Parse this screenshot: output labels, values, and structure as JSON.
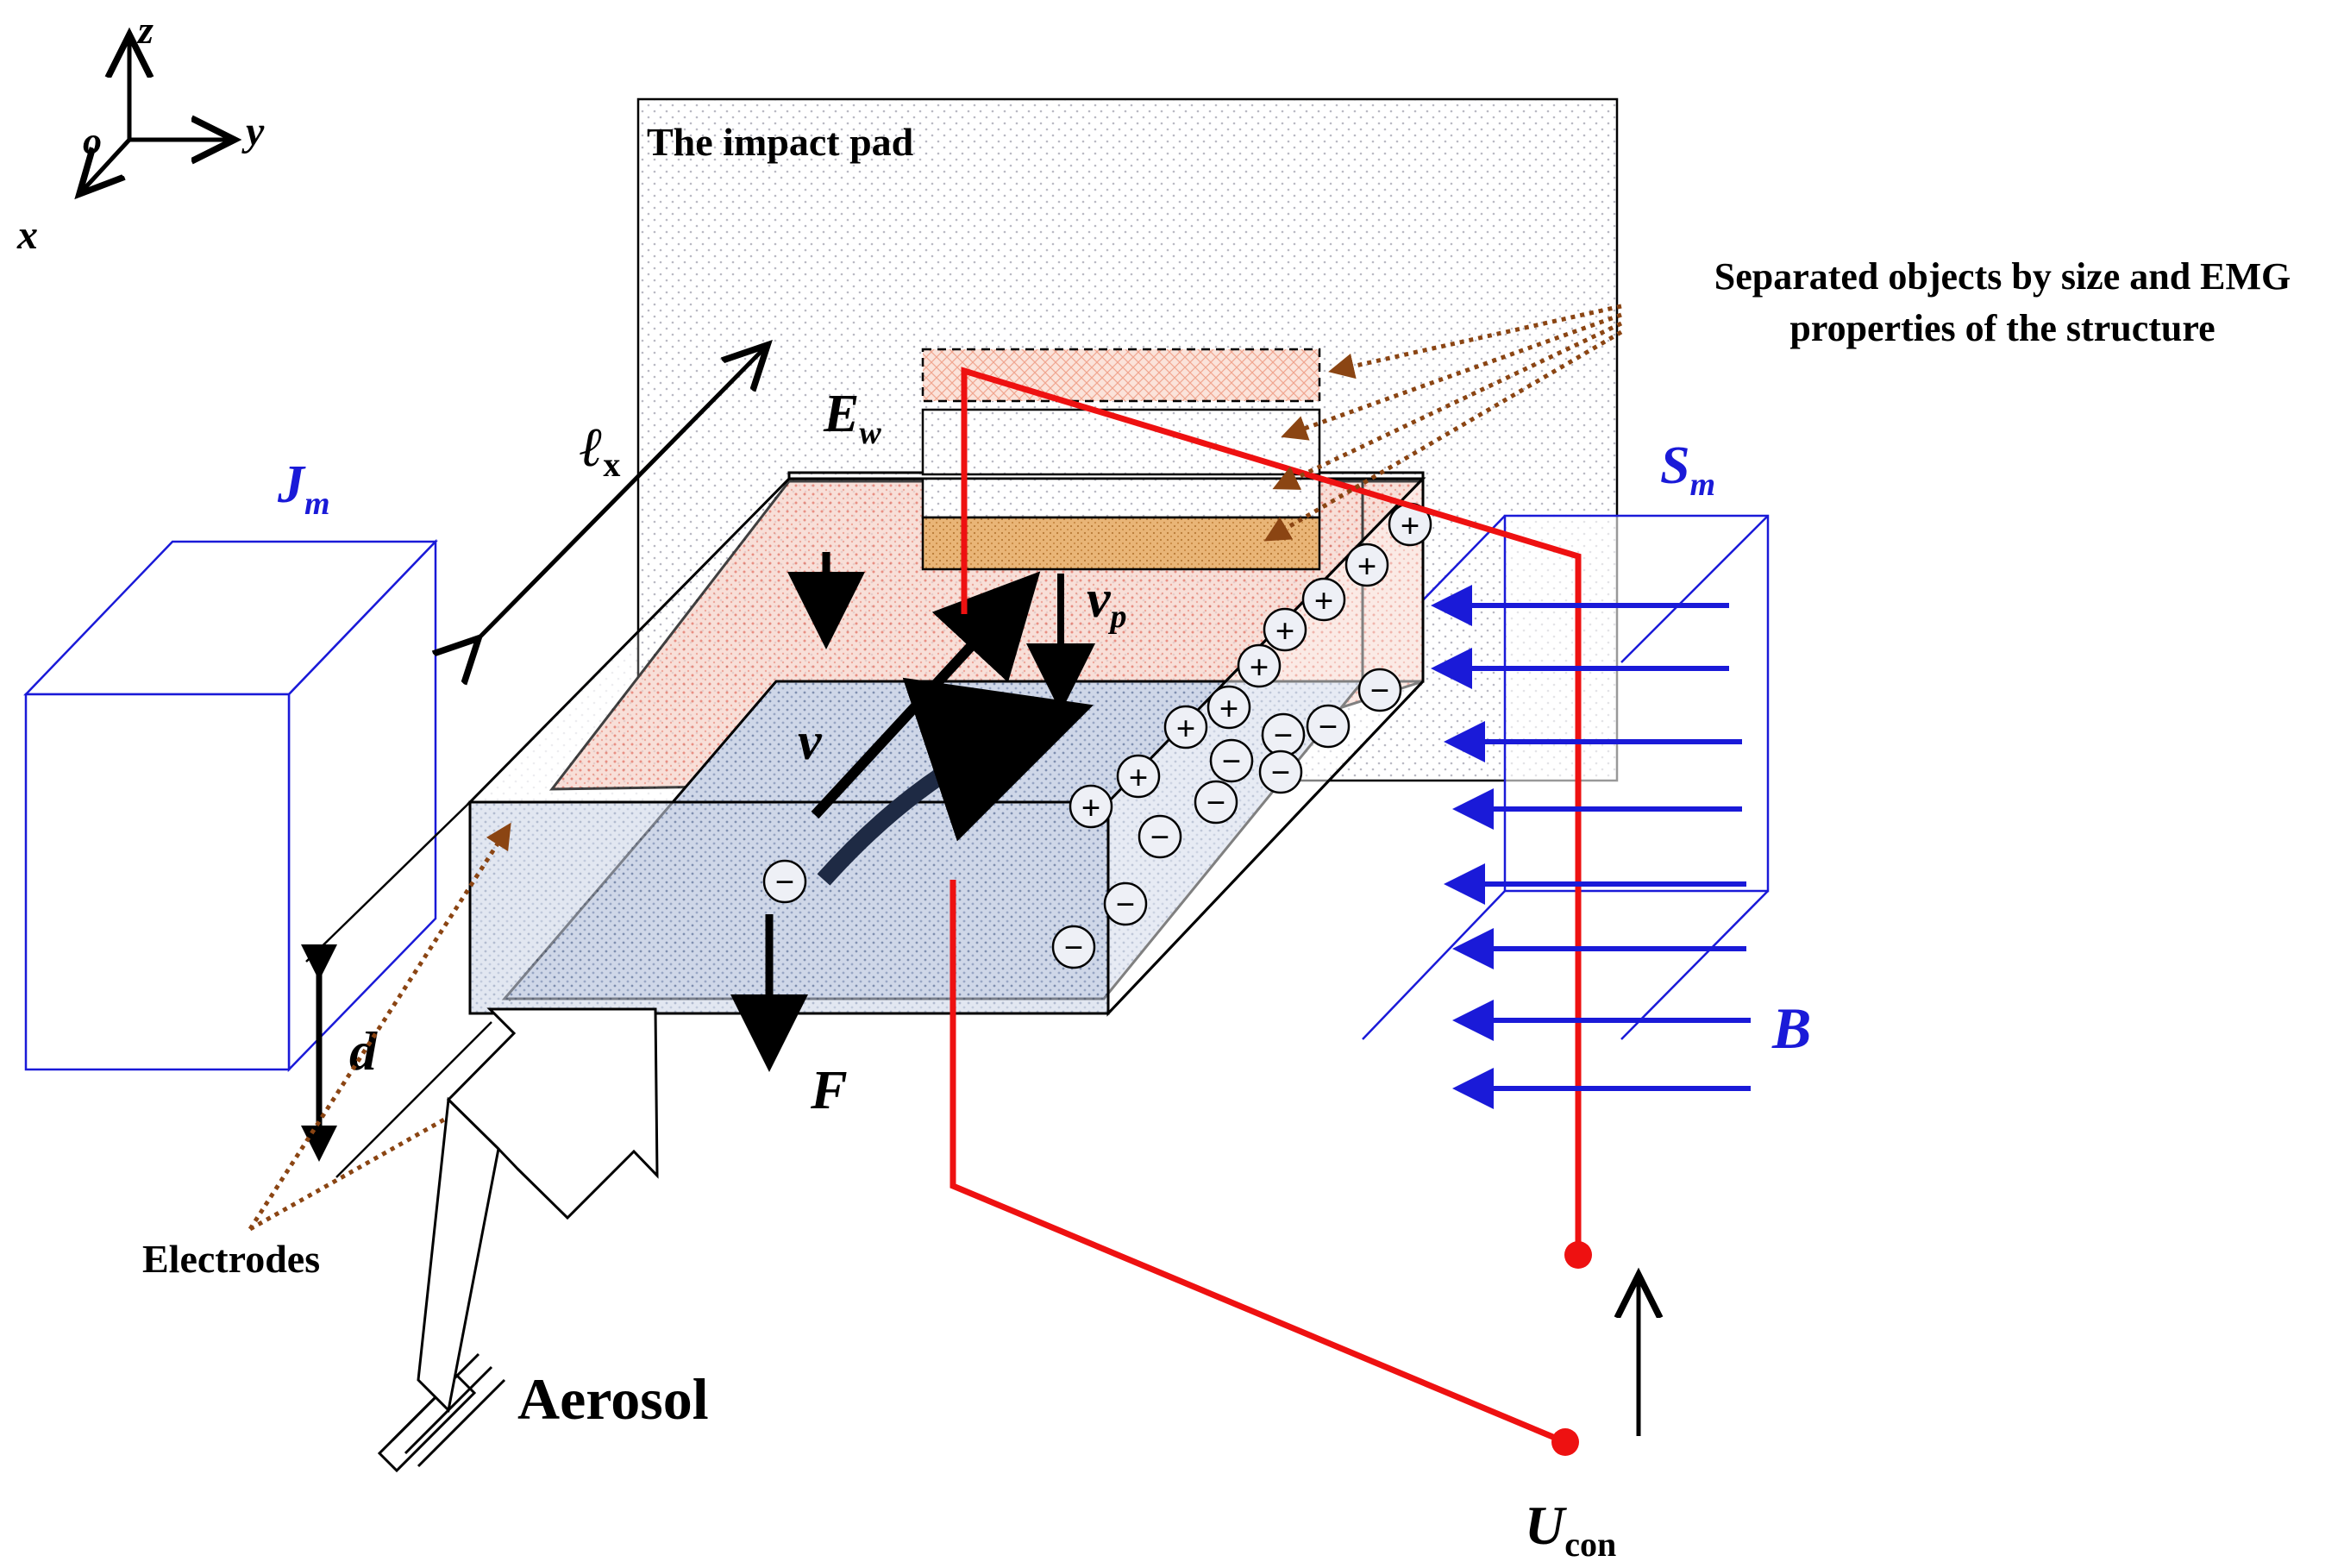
{
  "axes": {
    "z": "z",
    "y": "y",
    "x": "x",
    "origin": "o"
  },
  "labels": {
    "impact_pad": "The impact pad",
    "separated_line1": "Separated objects by size and EMG",
    "separated_line2": "properties of the structure",
    "electrodes": "Electrodes",
    "aerosol": "Aerosol",
    "Jm_main": "J",
    "Jm_sub": "m",
    "Sm_main": "S",
    "Sm_sub": "m",
    "B": "B",
    "Ucon_main": "U",
    "Ucon_sub": "con",
    "Ew_main": "E",
    "Ew_sub": "w",
    "lx_main": "ℓ",
    "lx_sub": "x",
    "vp_main": "v",
    "vp_sub": "p",
    "v": "v",
    "F": "F",
    "d": "d"
  },
  "charges": {
    "plus": "+",
    "minus": "−"
  },
  "colors": {
    "magnet_blue": "#1a1ad8",
    "circuit_red": "#ee1111",
    "pointer_brown": "#8b4513",
    "pink_layer": "#f4c0b4",
    "orange_layer": "#e8b070",
    "channel_fill": "#c9d3e6"
  }
}
